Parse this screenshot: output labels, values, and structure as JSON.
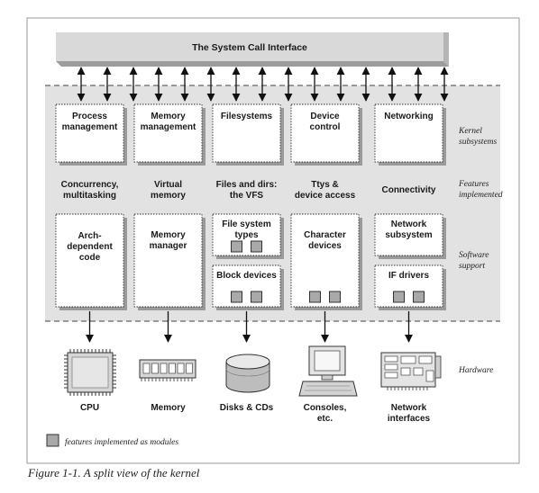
{
  "syscall_interface": "The System Call Interface",
  "columns": [
    {
      "subsystem": [
        "Process",
        "management"
      ],
      "feature": [
        "Concurrency,",
        "multitasking"
      ],
      "support": [
        {
          "label": [
            "Arch-",
            "dependent",
            "code"
          ],
          "modules": 0
        }
      ],
      "hardware": [
        "CPU"
      ]
    },
    {
      "subsystem": [
        "Memory",
        "management"
      ],
      "feature": [
        "Virtual",
        "memory"
      ],
      "support": [
        {
          "label": [
            "Memory",
            "manager"
          ],
          "modules": 0
        }
      ],
      "hardware": [
        "Memory"
      ]
    },
    {
      "subsystem": [
        "Filesystems"
      ],
      "feature": [
        "Files and dirs:",
        "the VFS"
      ],
      "support": [
        {
          "label": [
            "File system",
            "types"
          ],
          "modules": 2
        },
        {
          "label": [
            "Block devices"
          ],
          "modules": 2
        }
      ],
      "hardware": [
        "Disks & CDs"
      ]
    },
    {
      "subsystem": [
        "Device",
        "control"
      ],
      "feature": [
        "Ttys &",
        "device access"
      ],
      "support": [
        {
          "label": [
            "Character",
            "devices"
          ],
          "modules": 2
        }
      ],
      "hardware": [
        "Consoles,",
        "etc."
      ]
    },
    {
      "subsystem": [
        "Networking"
      ],
      "feature": [
        "Connectivity"
      ],
      "support": [
        {
          "label": [
            "Network",
            "subsystem"
          ],
          "modules": 0
        },
        {
          "label": [
            "IF drivers"
          ],
          "modules": 2
        }
      ],
      "hardware": [
        "Network",
        "interfaces"
      ]
    }
  ],
  "side_labels": {
    "kernel_subsystems": [
      "Kernel",
      "subsystems"
    ],
    "features_implemented": [
      "Features",
      "implemented"
    ],
    "software_support": [
      "Software",
      "support"
    ],
    "hardware": [
      "Hardware"
    ]
  },
  "legend": "features implemented as modules",
  "caption": "Figure 1-1. A split view of the kernel",
  "icons": [
    "cpu-icon",
    "memory-icon",
    "disk-icon",
    "console-icon",
    "network-card-icon"
  ],
  "colors": {
    "panel": "#e2e2e2",
    "syscall_bar": "#d9d9d9",
    "module_square": "#a9a9a9",
    "outline": "#222222"
  }
}
